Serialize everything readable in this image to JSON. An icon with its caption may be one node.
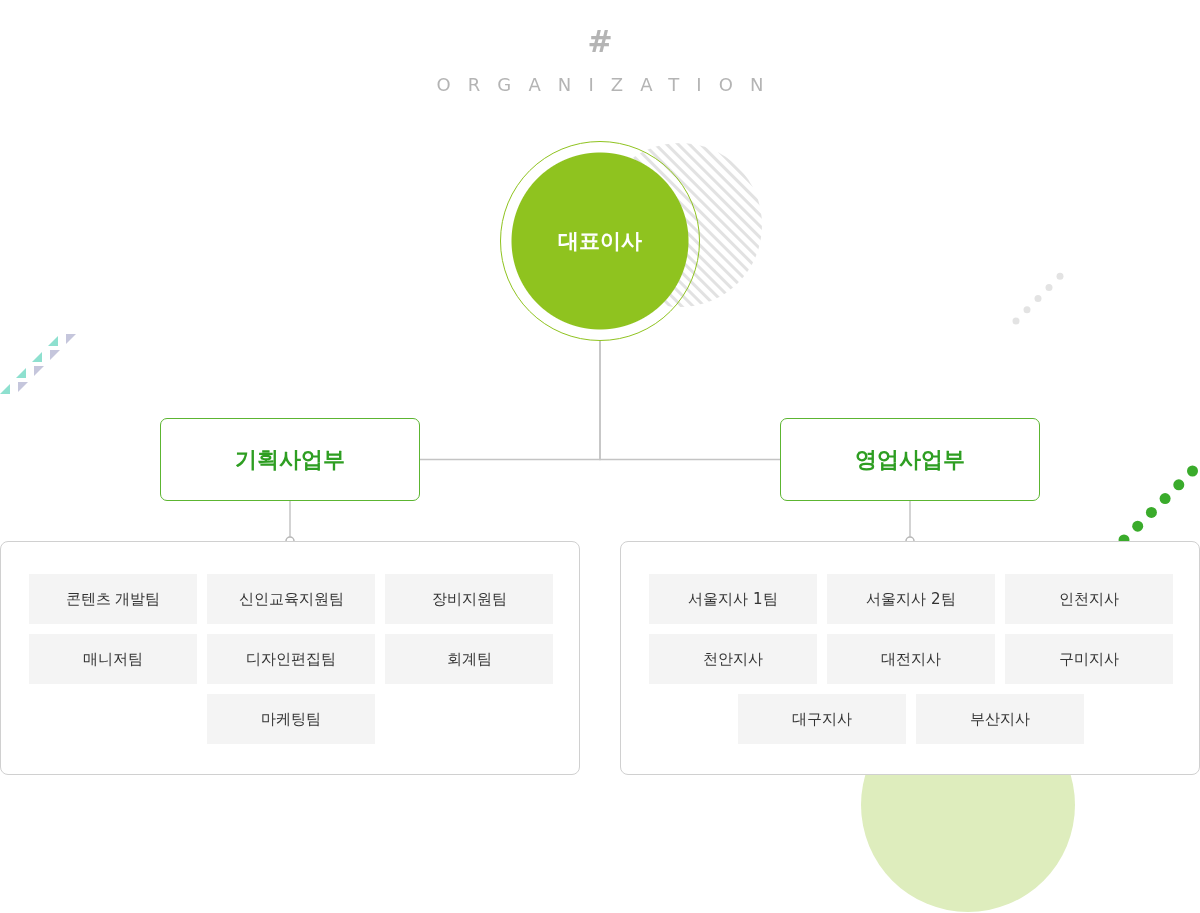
{
  "diagram": {
    "title": "ORGANIZATION",
    "labels": [
      "#"
    ],
    "nodes": [
      {
        "text": [
          "대표이사"
        ]
      },
      {
        "text": [
          "기획사업부"
        ]
      },
      {
        "text": [
          "영업사업부"
        ]
      },
      {
        "text": [],
        "shape": "box"
      },
      {
        "text": [
          "콘텐츠 개발팀"
        ],
        "in": 3
      },
      {
        "text": [
          "신인교육지원팀"
        ],
        "in": 3
      },
      {
        "text": [
          "장비지원팀"
        ],
        "in": 3
      },
      {
        "text": [
          "매니저팀"
        ],
        "in": 3
      },
      {
        "text": [
          "디자인편집팀"
        ],
        "in": 3
      },
      {
        "text": [
          "회계팀"
        ],
        "in": 3
      },
      {
        "text": [
          "마케팅팀"
        ],
        "in": 3
      },
      {
        "text": [],
        "shape": "box"
      },
      {
        "text": [
          "서울지사 1팀"
        ],
        "in": 11
      },
      {
        "text": [
          "서울지사 2팀"
        ],
        "in": 11
      },
      {
        "text": [
          "인천지사"
        ],
        "in": 11
      },
      {
        "text": [
          "천안지사"
        ],
        "in": 11
      },
      {
        "text": [
          "대전지사"
        ],
        "in": 11
      },
      {
        "text": [
          "구미지사"
        ],
        "in": 11
      },
      {
        "text": [
          "대구지사"
        ],
        "in": 11
      },
      {
        "text": [
          "부산지사"
        ],
        "in": 11
      }
    ],
    "edges": [
      {
        "from": 0,
        "to": 1,
        "arrow": "none"
      },
      {
        "from": 0,
        "to": 2,
        "arrow": "none"
      },
      {
        "from": 1,
        "to": 3,
        "arrow": "other"
      },
      {
        "from": 2,
        "to": 11,
        "arrow": "other"
      }
    ]
  }
}
